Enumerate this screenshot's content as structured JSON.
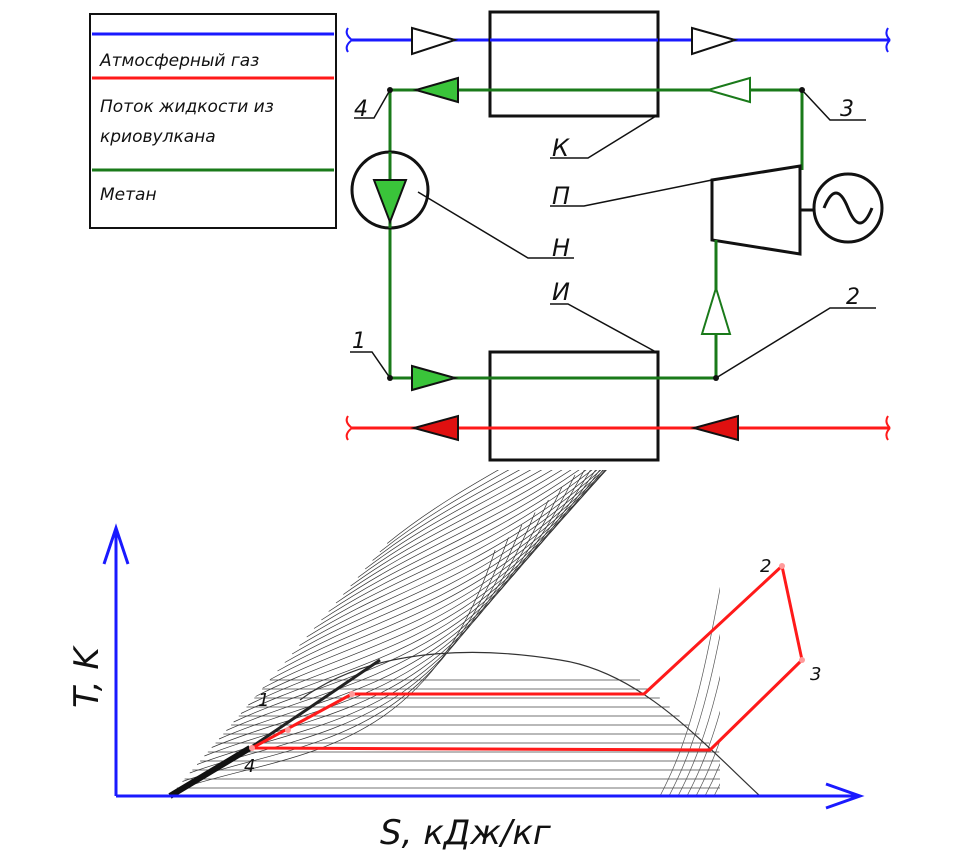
{
  "legend": {
    "items": [
      {
        "label": "Атмосферный газ",
        "color": "#1a1aff"
      },
      {
        "label": "Поток жидкости из криовулкана",
        "label_line1": "Поток жидкости из",
        "label_line2": "криовулкана",
        "color": "#ff1a1a"
      },
      {
        "label": "Метан",
        "color": "#1a7a1a"
      }
    ]
  },
  "scheme": {
    "point_labels": [
      "1",
      "2",
      "3",
      "4"
    ],
    "component_labels": {
      "k": "К",
      "p": "П",
      "n": "Н",
      "i": "И"
    },
    "colors": {
      "atmosphere": "#1a1aff",
      "liquid": "#ff1a1a",
      "methane": "#1a7a1a",
      "black": "#111111"
    }
  },
  "ts_diagram": {
    "y_axis_label": "T, K",
    "x_axis_label": "S, кДж/кг",
    "point_labels": [
      "1",
      "2",
      "3",
      "4"
    ],
    "cycle_color": "#ff1a1a",
    "axis_color": "#1a1aff"
  }
}
